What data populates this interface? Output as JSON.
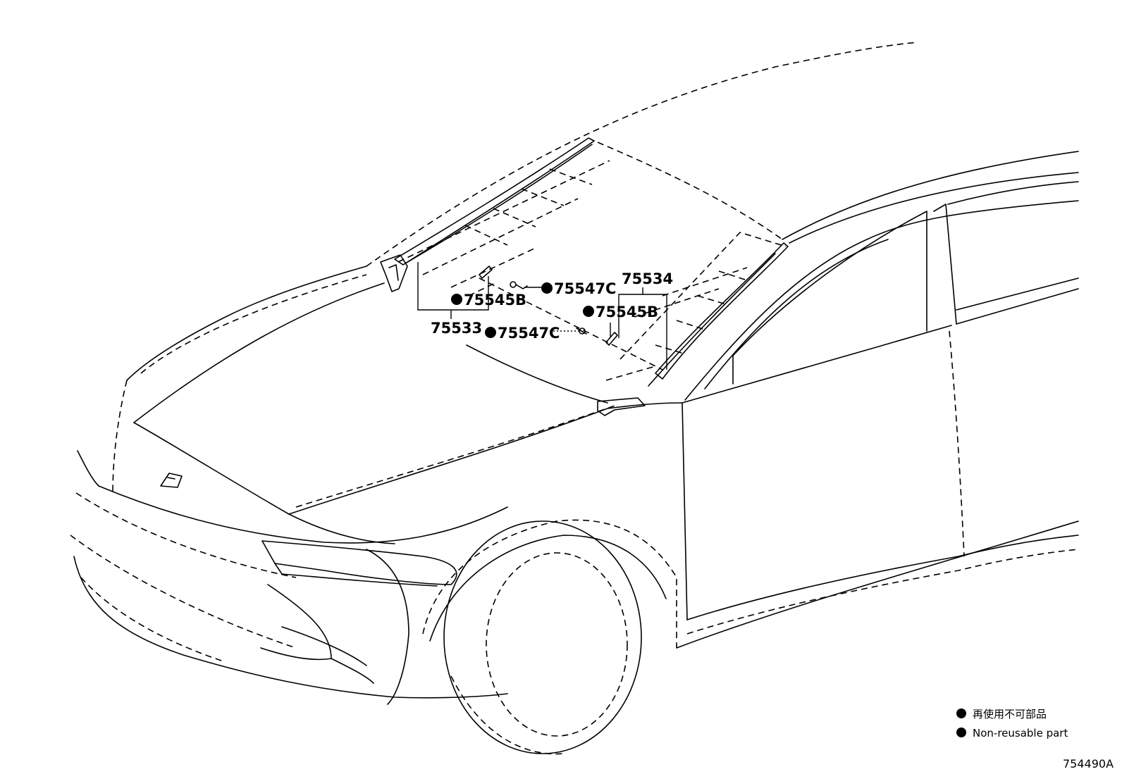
{
  "callouts": {
    "c75533": "75533",
    "c75534": "75534",
    "c75545b_left": "75545B",
    "c75545b_right": "75545B",
    "c75547c_top": "75547C",
    "c75547c_low": "75547C"
  },
  "legend": {
    "line1": "再使用不可部品",
    "line2": "Non-reusable part"
  },
  "figure_code": "754490A"
}
